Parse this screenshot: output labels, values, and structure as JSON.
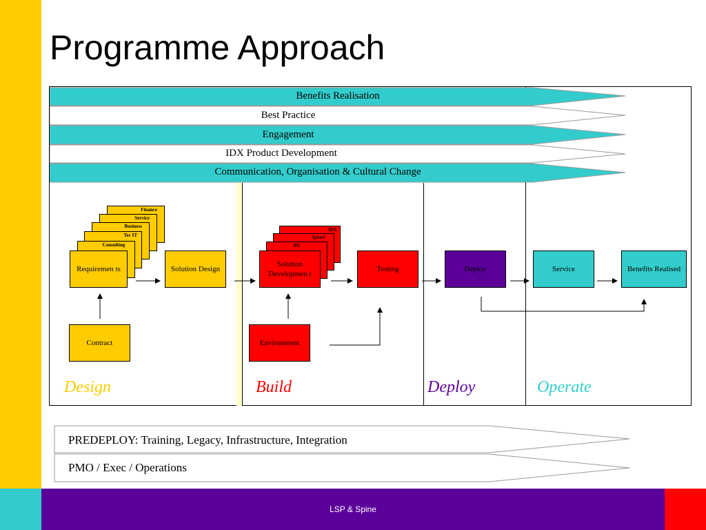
{
  "title": "Programme Approach",
  "bands": [
    "Benefits Realisation",
    "Best Practice",
    "Engagement",
    "IDX Product Development",
    "Communication, Organisation  & Cultural Change"
  ],
  "design_stack": [
    "Finance",
    "Service",
    "Business",
    "Tec IT",
    "Consulting"
  ],
  "build_stack": [
    "IDX",
    "Spine#",
    "BT"
  ],
  "boxes": {
    "requirements": "Requiremen ts",
    "solution_design": "Solution Design",
    "contract": "Contract",
    "solution_development": "Solution Developmen t",
    "environment": "Environment",
    "testing": "Testing",
    "deploy": "Deploy",
    "service": "Service",
    "benefits_realised": "Benefits Realised"
  },
  "phases": {
    "design": "Design",
    "build": "Build",
    "deploy": "Deploy",
    "operate": "Operate"
  },
  "bottom": {
    "predeploy": "PREDEPLOY: Training, Legacy, Infrastructure, Integration",
    "pmo": "PMO / Exec / Operations"
  },
  "footer": "LSP & Spine",
  "colors": {
    "yellow": "#FFCC00",
    "teal": "#33CCCC",
    "red": "#FF0000",
    "purple": "#5B0099",
    "pale_yellow": "#FFFFCC"
  }
}
